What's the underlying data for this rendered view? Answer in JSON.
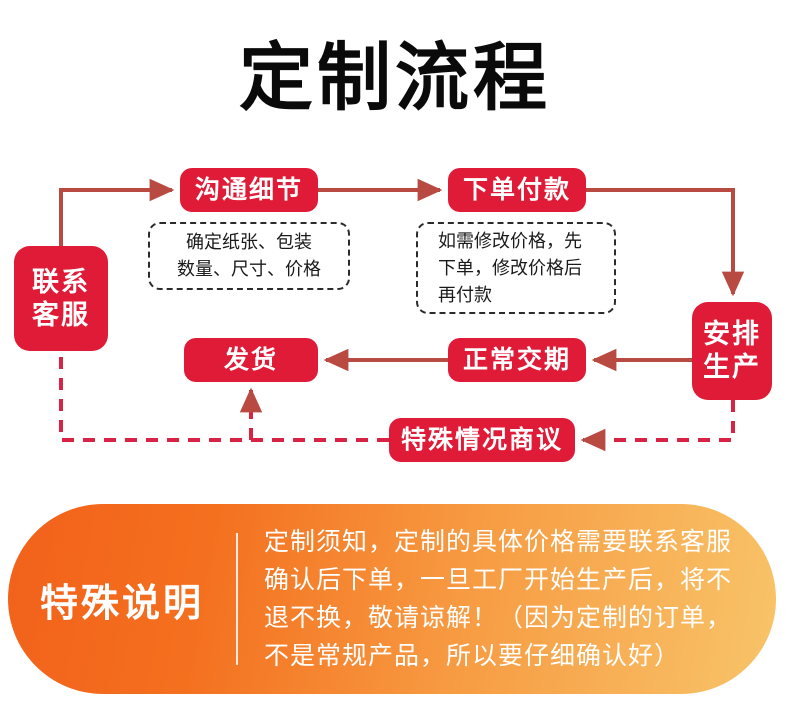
{
  "title": "定制流程",
  "flow": {
    "nodes": {
      "contact": {
        "label": "联系客服",
        "lines": [
          "联系",
          "客服"
        ]
      },
      "communicate": {
        "label": "沟通细节"
      },
      "order": {
        "label": "下单付款"
      },
      "produce": {
        "label": "安排生产",
        "lines": [
          "安排",
          "生产"
        ]
      },
      "delivery": {
        "label": "正常交期"
      },
      "ship": {
        "label": "发货"
      },
      "special": {
        "label": "特殊情况商议"
      }
    },
    "notes": {
      "left": {
        "lines": [
          "确定纸张、包装",
          "数量、尺寸、价格"
        ]
      },
      "right": {
        "lines": [
          "如需修改价格，先",
          "下单，修改价格后",
          "再付款"
        ]
      }
    },
    "colors": {
      "node_red": "#e01b37",
      "connector": "#b94a41",
      "note_border": "#2b2b2b"
    }
  },
  "banner": {
    "title": "特殊说明",
    "body": "定制须知，定制的具体价格需要联系客服确认后下单，一旦工厂开始生产后，将不退不换，敬请谅解！（因为定制的订单，不是常规产品，所以要仔细确认好）",
    "colors": {
      "gradient_start": "#f2611a",
      "gradient_end": "#f8c469"
    }
  }
}
